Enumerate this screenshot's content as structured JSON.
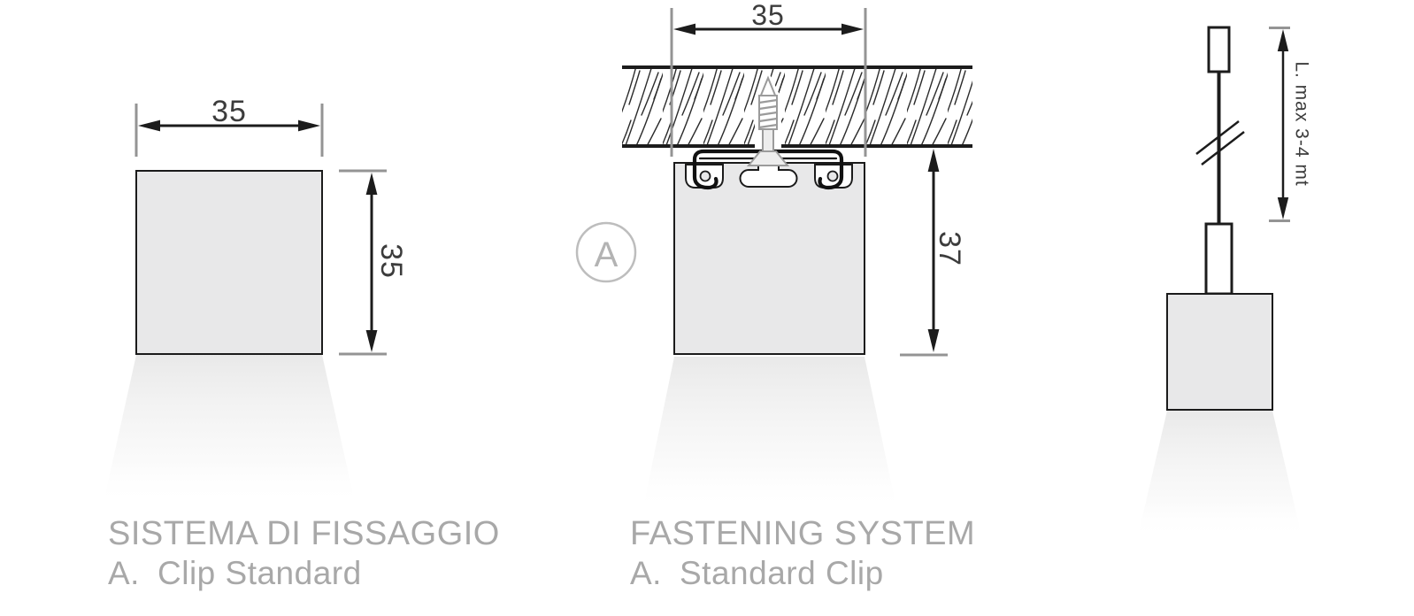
{
  "title": "Fastening system technical drawing",
  "colors": {
    "background": "#ffffff",
    "profile_fill": "#e8e8e9",
    "line_dark": "#1c1c1c",
    "line_gray": "#949494",
    "dim_text": "#3c3c3c",
    "marker_gray": "#bdbdbd",
    "caption_gray": "#a8a8a8",
    "screw_gray": "#9b9b9b"
  },
  "diagrams": {
    "profile_section": {
      "width_label": "35",
      "height_label": "35"
    },
    "clip_detail": {
      "marker_letter": "A",
      "width_label": "35",
      "height_label": "37"
    },
    "suspension": {
      "length_label": "L. max 3-4 mt"
    }
  },
  "captions": {
    "italian": {
      "title": "SISTEMA DI FISSAGGIO",
      "item_letter": "A.",
      "item_name": "Clip Standard"
    },
    "english": {
      "title": "FASTENING SYSTEM",
      "item_letter": "A.",
      "item_name": "Standard Clip"
    }
  }
}
